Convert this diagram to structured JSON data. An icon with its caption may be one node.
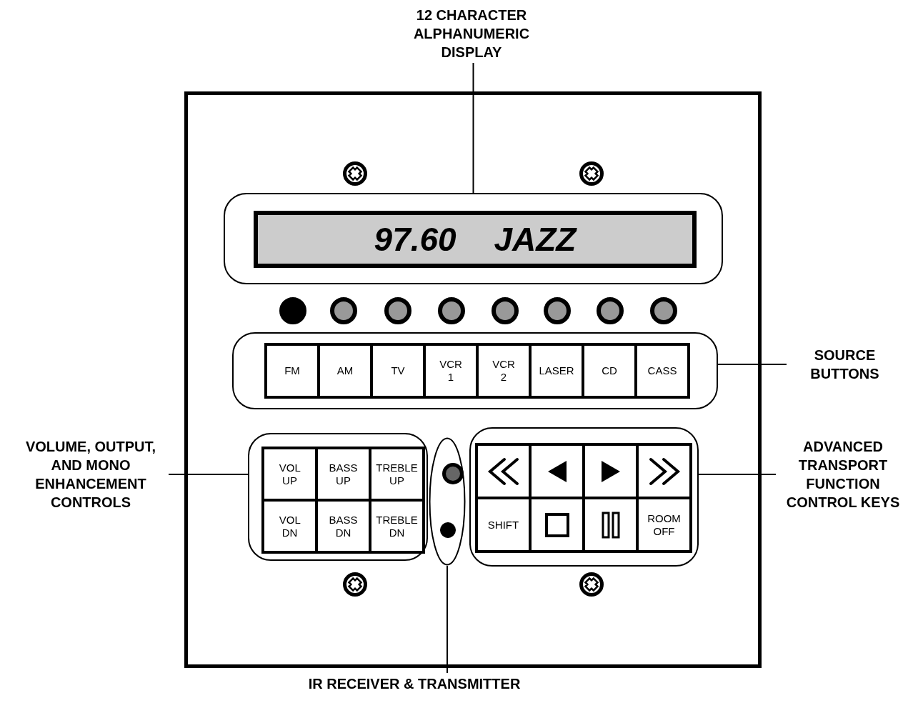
{
  "diagram": {
    "nodes": [
      {
        "text": [
          "12 CHARACTER ALPHANUMERIC DISPLAY"
        ]
      },
      {
        "text": [],
        "shape": "box"
      },
      {
        "text": [],
        "shape": "box",
        "in": 1
      },
      {
        "text": [
          "97.60 JAZZ"
        ],
        "in": 2
      },
      {
        "text": [],
        "shape": "box",
        "in": 1
      },
      {
        "text": [
          "FM"
        ],
        "in": 4
      },
      {
        "text": [
          "AM"
        ],
        "in": 4
      },
      {
        "text": [
          "TV"
        ],
        "in": 4
      },
      {
        "text": [
          "VCR 1"
        ],
        "in": 4
      },
      {
        "text": [
          "VCR 2"
        ],
        "in": 4
      },
      {
        "text": [
          "LASER"
        ],
        "in": 4
      },
      {
        "text": [
          "CD"
        ],
        "in": 4
      },
      {
        "text": [
          "CASS"
        ],
        "in": 4
      },
      {
        "text": [],
        "shape": "box",
        "in": 1
      },
      {
        "text": [
          "VOL UP"
        ],
        "in": 13
      },
      {
        "text": [
          "BASS UP"
        ],
        "in": 13
      },
      {
        "text": [
          "TREBLE UP"
        ],
        "in": 13
      },
      {
        "text": [
          "VOL DN"
        ],
        "in": 13
      },
      {
        "text": [
          "BASS DN"
        ],
        "in": 13
      },
      {
        "text": [
          "TREBLE DN"
        ],
        "in": 13
      },
      {
        "text": [],
        "shape": "ellipse",
        "in": 1
      },
      {
        "text": [],
        "shape": "box",
        "in": 1
      },
      {
        "text": [],
        "shape": "box",
        "in": 21
      },
      {
        "text": [],
        "shape": "box",
        "in": 21
      },
      {
        "text": [],
        "shape": "box",
        "in": 21
      },
      {
        "text": [],
        "shape": "box",
        "in": 21
      },
      {
        "text": [
          "SHIFT"
        ],
        "in": 21
      },
      {
        "text": [],
        "shape": "box",
        "in": 21
      },
      {
        "text": [],
        "shape": "box",
        "in": 21
      },
      {
        "text": [
          "ROOM OFF"
        ],
        "in": 21
      },
      {
        "text": [
          "SOURCE BUTTONS"
        ]
      },
      {
        "text": [
          "VOLUME, OUTPUT, AND MONO ENHANCEMENT CONTROLS"
        ]
      },
      {
        "text": [
          "ADVANCED TRANSPORT FUNCTION CONTROL KEYS"
        ]
      },
      {
        "text": [
          "IR RECEIVER & TRANSMITTER"
        ]
      }
    ],
    "edges": [
      {
        "from": 0,
        "to": 2,
        "arrow": "none"
      },
      {
        "from": 30,
        "to": 4,
        "arrow": "none"
      },
      {
        "from": 31,
        "to": 13,
        "arrow": "none"
      },
      {
        "from": 32,
        "to": 21,
        "arrow": "none"
      },
      {
        "from": 33,
        "to": 20,
        "arrow": "none"
      }
    ]
  }
}
